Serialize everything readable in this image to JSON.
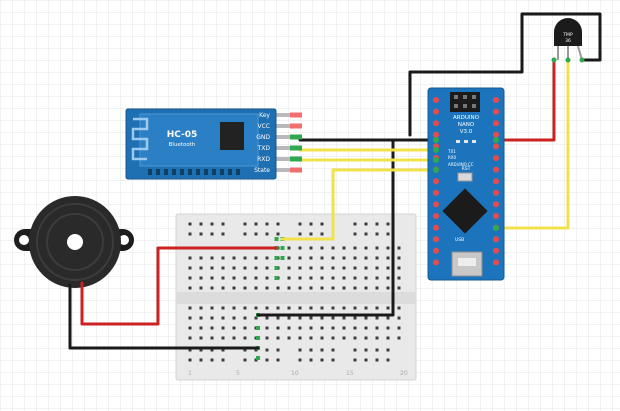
{
  "bluetooth_module": {
    "name": "HC-05",
    "subtitle": "Bluetooth",
    "pins": [
      "Key",
      "VCC",
      "GND",
      "TXD",
      "RXD",
      "State"
    ]
  },
  "arduino": {
    "brand": "ARDUINO",
    "model": "NANO",
    "version": "V3.0",
    "rst_label": "RST",
    "usb_label": "USB",
    "rx_label": "RX0",
    "tx_label": "TX1",
    "arduino_cc": "ARDUINO.CC"
  },
  "sensor": {
    "part_top": "TMP",
    "part_bottom": "36"
  },
  "breadboard": {
    "col_numbers": [
      "1",
      "5",
      "10",
      "15",
      "20"
    ]
  },
  "wire_colors": {
    "black": "#1a1a1a",
    "red": "#cc2222",
    "yellow": "#f2e24a",
    "arduino_blue": "#1c75bc",
    "module_blue": "#1f6fb3"
  }
}
